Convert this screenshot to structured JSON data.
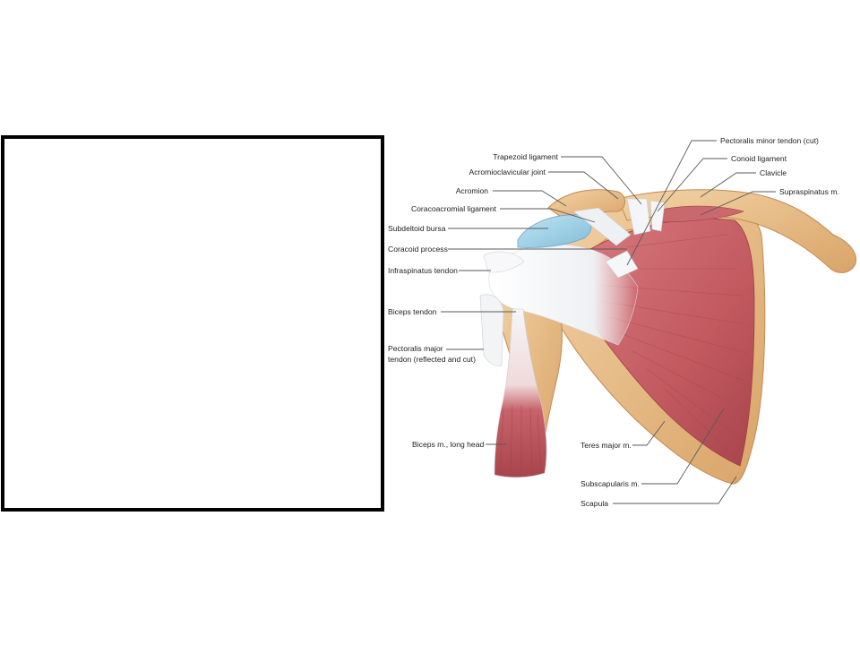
{
  "colors": {
    "bone": "#e9c28f",
    "bone_shade": "#c98f55",
    "muscle": "#c25a60",
    "muscle_dark": "#9e3b44",
    "tendon": "#f4f4f6",
    "bursa": "#9fd0e6",
    "frame_border": "#000000"
  },
  "labels": {
    "trapezoid_ligament": "Trapezoid ligament",
    "acromioclavicular_joint": "Acromioclavicular joint",
    "acromion": "Acromion",
    "coracoacromial_ligament": "Coracoacromial ligament",
    "subdeltoid_bursa": "Subdeltoid bursa",
    "coracoid_process": "Coracoid process",
    "infraspinatus_tendon": "Infraspinatus tendon",
    "biceps_tendon": "Biceps tendon",
    "pectoralis_major_tendon_line1": "Pectoralis major",
    "pectoralis_major_tendon_line2": "tendon (reflected and cut)",
    "biceps_long_head": "Biceps m., long head",
    "pectoralis_minor_tendon": "Pectoralis minor tendon (cut)",
    "conoid_ligament": "Conoid ligament",
    "clavicle": "Clavicle",
    "supraspinatus": "Supraspinatus m.",
    "teres_major": "Teres major m.",
    "subscapularis": "Subscapularis m.",
    "scapula": "Scapula"
  }
}
